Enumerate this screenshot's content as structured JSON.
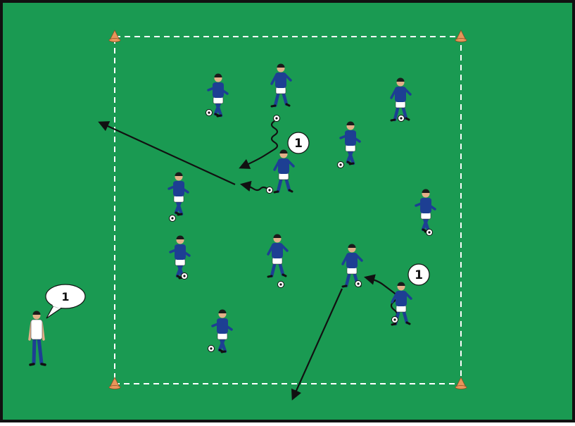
{
  "colors": {
    "pitch": "#1a9a52",
    "border": "#111111",
    "line": "#ffffff",
    "cone": "#e7955a",
    "jersey": "#1d3f93",
    "shorts": "#ffffff",
    "skin": "#e3b089",
    "hair": "#1b1b1b",
    "arrow": "#111111",
    "ball": "#ffffff"
  },
  "markers": [
    {
      "id": "marker-1-top",
      "label": "1"
    },
    {
      "id": "marker-1-right",
      "label": "1"
    }
  ],
  "coach": {
    "speech_label": "1",
    "icon": "coach-figure"
  },
  "icons": [
    "cone-icon",
    "player-figure",
    "soccer-ball-icon",
    "coach-figure",
    "speech-bubble-icon"
  ]
}
